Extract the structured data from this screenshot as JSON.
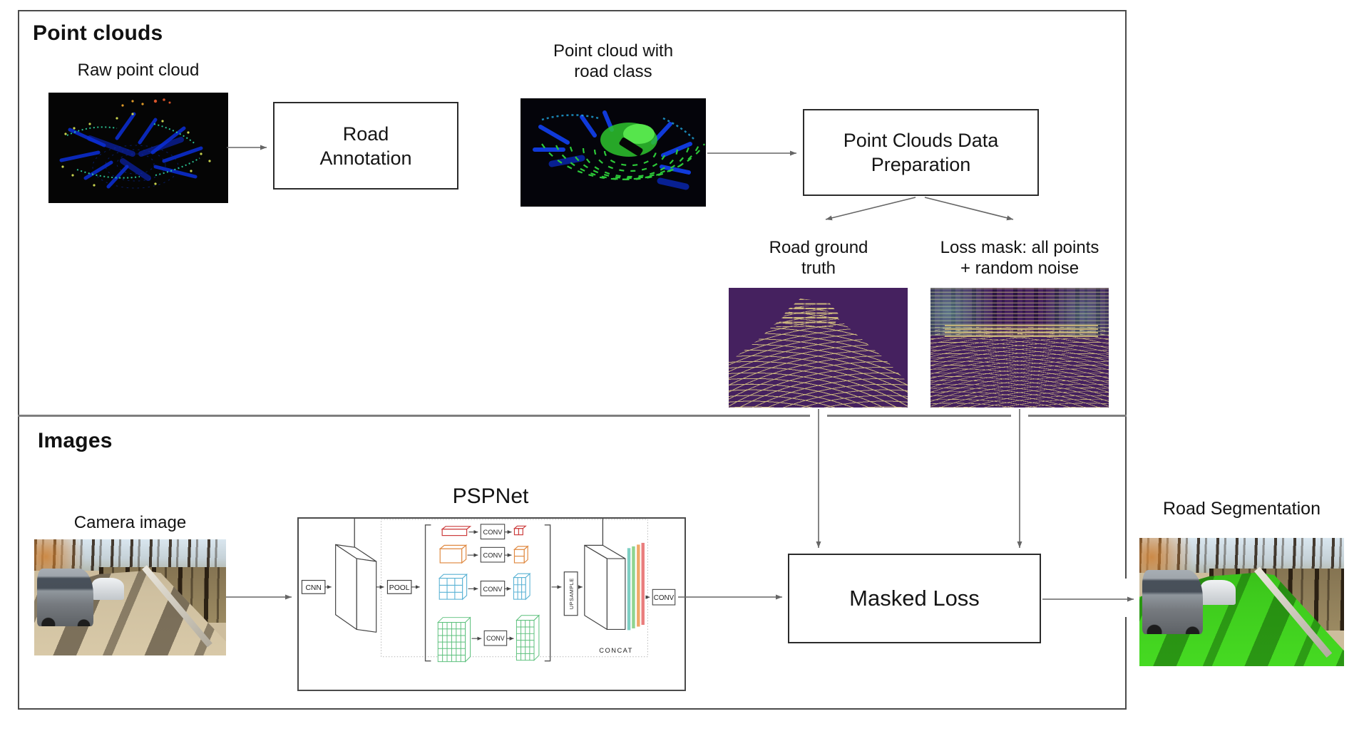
{
  "sections": {
    "point_clouds_title": "Point clouds",
    "images_title": "Images"
  },
  "point_clouds": {
    "raw_caption": "Raw point cloud",
    "annotation_box": [
      "Road",
      "Annotation"
    ],
    "annotated_caption": [
      "Point cloud with",
      "road class"
    ],
    "prep_box": [
      "Point Clouds Data",
      "Preparation"
    ],
    "ground_truth_caption": [
      "Road ground",
      "truth"
    ],
    "loss_mask_caption": [
      "Loss mask: all points",
      "+ random noise"
    ]
  },
  "images": {
    "camera_caption": "Camera image",
    "pspnet_title": "PSPNet",
    "masked_loss_box": "Masked Loss",
    "road_seg_caption": "Road Segmentation",
    "pspnet_labels": {
      "cnn": "CNN",
      "pool": "POOL",
      "conv": "CONV",
      "upsample": "UPSAMPLE",
      "concat": "CONCAT"
    }
  },
  "colors": {
    "arrow": "#666666",
    "box_border": "#2b2b2b",
    "frame_border": "#4b4b4b",
    "text": "#111111",
    "viridis_background": "#45215f",
    "viridis_scanline": "#cdbb80",
    "pointcloud_blue": "#0b2fd8",
    "road_class_green": "#2ec42e",
    "segmentation_green": "#3bc91d"
  }
}
